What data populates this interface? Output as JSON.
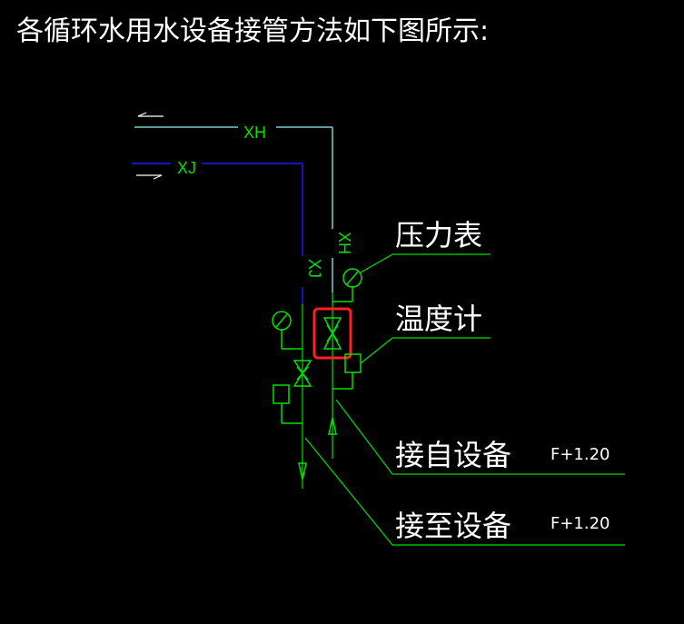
{
  "title": "各循环水用水设备接管方法如下图所示:",
  "labels": {
    "xh_horizontal": "XH",
    "xj_horizontal": "XJ",
    "xh_vertical": "XH",
    "xj_vertical": "XJ",
    "pressure_gauge": "压力表",
    "thermometer": "温度计",
    "from_equipment": "接自设备",
    "from_equipment_elev": "F+1.20",
    "to_equipment": "接至设备",
    "to_equipment_elev": "F+1.20"
  },
  "colors": {
    "background": "#000000",
    "text": "#ffffff",
    "xh_pipe": "#80cccc",
    "xj_pipe": "#1a1aff",
    "green": "#00e000",
    "highlight": "#ff2020"
  }
}
